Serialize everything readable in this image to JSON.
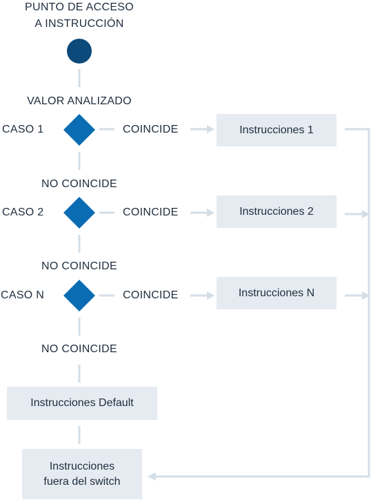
{
  "title_line1": "PUNTO DE ACCESO",
  "title_line2": "A INSTRUCCIÓN",
  "analyzed_value": "VALOR ANALIZADO",
  "cases": [
    {
      "label": "CASO 1",
      "match": "COINCIDE",
      "instructions": "Instrucciones 1",
      "no_match": "NO COINCIDE"
    },
    {
      "label": "CASO 2",
      "match": "COINCIDE",
      "instructions": "Instrucciones 2",
      "no_match": "NO COINCIDE"
    },
    {
      "label": "CASO N",
      "match": "COINCIDE",
      "instructions": "Instrucciones N",
      "no_match": "NO COINCIDE"
    }
  ],
  "default_box": "Instrucciones Default",
  "outside_line1": "Instrucciones",
  "outside_line2": "fuera del switch",
  "colors": {
    "start_node": "#0b4a7a",
    "diamond": "#0a6db3",
    "box_fill": "#e5ebf1",
    "connector": "#d4dee7"
  }
}
